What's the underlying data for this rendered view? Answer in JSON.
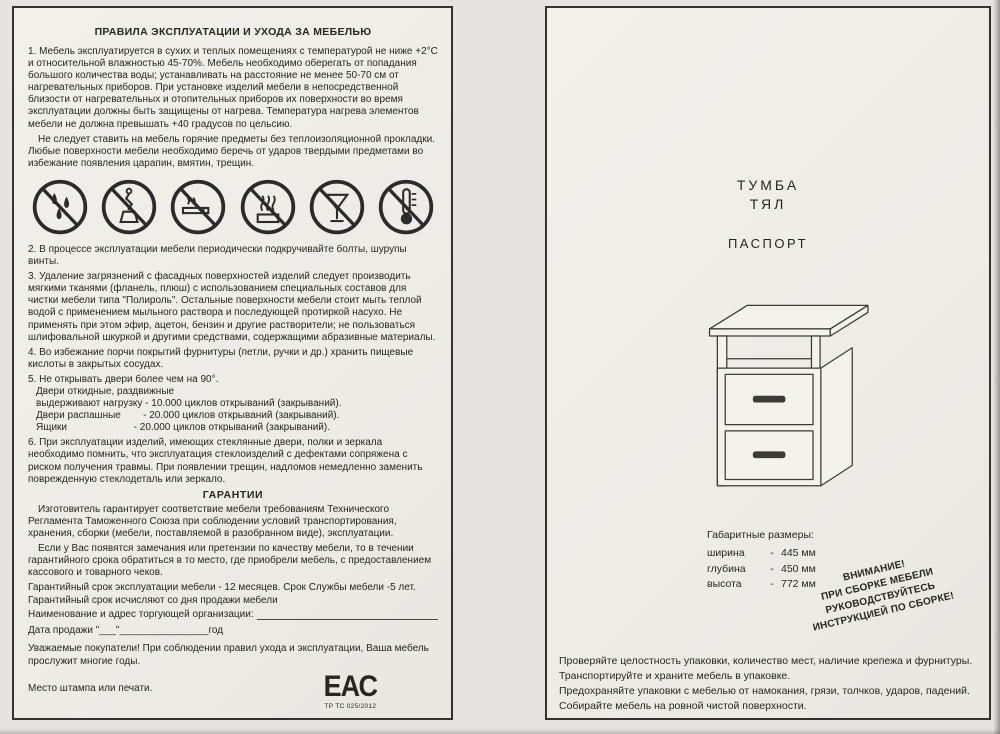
{
  "left": {
    "title": "ПРАВИЛА  ЭКСПЛУАТАЦИИ И УХОДА ЗА МЕБЕЛЬЮ",
    "p1": "1. Мебель эксплуатируется в сухих и теплых помещениях с температурой не ниже +2°С и относительной влажностью 45-70%. Мебель необходимо оберегать от попадания большого количества воды; устанавливать на расстояние не менее 50-70 см от нагревательных приборов. При установке изделий мебели в непосредственной близости от нагревательных и отопительных приборов их поверхности во время эксплуатации должны быть защищены от  нагрева. Температура нагрева элементов мебели не должна превышать +40 градусов по цельсию.",
    "p1b": "Не следует ставить на мебель горячие предметы без теплоизоляционной прокладки. Любые поверхности мебели необходимо беречь от ударов твердыми предметами во избежание появления царапин, вмятин, трещин.",
    "icons": [
      {
        "name": "no-water"
      },
      {
        "name": "no-hanging-loads"
      },
      {
        "name": "no-smoking"
      },
      {
        "name": "no-hot-objects"
      },
      {
        "name": "no-drinks"
      },
      {
        "name": "temperature-limit"
      }
    ],
    "p2": "2. В процессе эксплуатации  мебели периодически подкручивайте  болты, шурупы винты.",
    "p3": "3. Удаление загрязнений с фасадных поверхностей изделий следует производить мягкими тканями (фланель, плюш) с использованием специальных составов для чистки мебели типа \"Полироль\". Остальные поверхности мебели стоит мыть теплой водой с применением мыльного раствора и последующей протиркой насухо. Не применять при этом эфир, ацетон, бензин и другие растворители; не пользоваться шлифовальной шкуркой и другими средствами, содержащими абразивные материалы.",
    "p4": "4. Во избежание порчи покрытий фурнитуры (петли, ручки и др.) хранить пищевые кислоты в закрытых сосудах.",
    "p5": "5. Не открывать двери более чем на 90°.",
    "p5_lines": [
      "Двери откидные, раздвижные",
      "выдерживают нагрузку - 10.000 циклов открываний (закрываний).",
      "Двери распашные        - 20.000 циклов открываний (закрываний).",
      "Ящики                        - 20.000 циклов открываний (закрываний)."
    ],
    "p6": "6. При эксплуатации изделий, имеющих стеклянные двери, полки и зеркала необходимо помнить, что эксплуатация стеклоизделий с дефектами сопряжена с риском получения травмы. При появлении трещин, надломов немедленно заменить поврежденную стеклодеталь или зеркало.",
    "warranty_heading": "ГАРАНТИИ",
    "w1": "Изготовитель гарантирует соответствие мебели требованиям Технического Регламента Таможенного Союза  при соблюдении условий транспортирования, хранения, сборки (мебели, поставляемой в разобранном виде), эксплуатации.",
    "w2": "Если у Вас появятся замечания или претензии по качеству мебели, то в течении гарантийного срока обратиться в то место, где приобрели мебель, с предоставлением кассового и товарного чеков.",
    "w3": "Гарантийный срок эксплуатации мебели - 12 месяцев. Срок Службы мебели -5 лет.",
    "w4": "Гарантийный срок исчисляют со дня продажи мебели",
    "org_label": "Наименование и адрес торгующей организации:",
    "date_line": "Дата продажи \"___\"________________год",
    "customers_note": "Уважаемые покупатели! При соблюдении правил ухода и эксплуатации, Ваша мебель прослужит многие годы.",
    "stamp_note": "Место штампа или печати.",
    "eac": {
      "mark": "ЕАС",
      "reg": "ТР ТС 025/2012"
    }
  },
  "right": {
    "title_line1": "ТУМБА",
    "title_line2": "ТЯЛ",
    "subtitle": "ПАСПОРТ",
    "dims_heading": "Габаритные размеры:",
    "dims": [
      {
        "label": "ширина",
        "dash": "-",
        "value": "445  мм"
      },
      {
        "label": "глубина",
        "dash": "-",
        "value": "450  мм"
      },
      {
        "label": "высота",
        "dash": "-",
        "value": "772  мм"
      }
    ],
    "warning": [
      "ВНИМАНИЕ!",
      "ПРИ СБОРКЕ МЕБЕЛИ РУКОВОДСТВУЙТЕСЬ",
      "ИНСТРУКЦИЕЙ ПО СБОРКЕ!"
    ],
    "notes": [
      "Проверяйте целостность упаковки, количество мест, наличие крепежа и фурнитуры.",
      "Транспортируйте и храните мебель в упаковке.",
      "Предохраняйте упаковки с мебелью от намокания, грязи, толчков, ударов, падений.",
      "Собирайте мебель на ровной чистой поверхности."
    ]
  }
}
